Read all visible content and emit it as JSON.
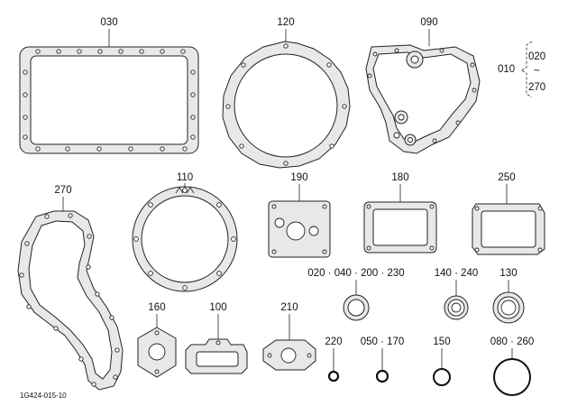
{
  "diagram": {
    "doc_code": "1G424-015-10",
    "labels": {
      "p030": "030",
      "p120": "120",
      "p090": "090",
      "p010": "010",
      "p020": "020",
      "tilde": "~",
      "p270_range": "270",
      "p270": "270",
      "p110": "110",
      "p190": "190",
      "p180": "180",
      "p250": "250",
      "p020_040_200_230": "020 · 040 · 200 · 230",
      "p140_240": "140 · 240",
      "p130": "130",
      "p160": "160",
      "p100": "100",
      "p210": "210",
      "p220": "220",
      "p050_170": "050 · 170",
      "p150": "150",
      "p080_260": "080 · 260"
    }
  }
}
